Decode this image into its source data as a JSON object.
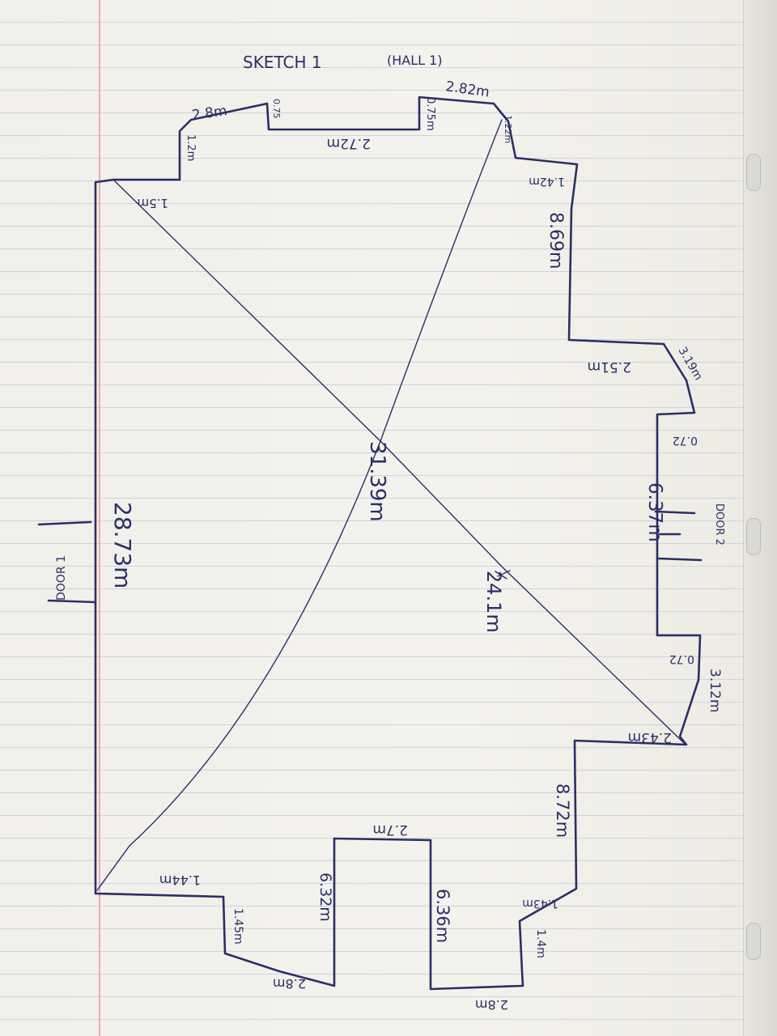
{
  "title": "SKETCH 1",
  "subtitle": "(HALL 1)",
  "doors": {
    "door1": "DOOR 1",
    "door2": "DOOR 2"
  },
  "diagonals": {
    "d1": "31.39m",
    "d2": "24.1m"
  },
  "dimensions": {
    "left_side": "28.73m",
    "top_28": "2.8m",
    "top_075a": "0.75",
    "top_272": "2.72m",
    "top_12": "1.2m",
    "top_15": "1.5m",
    "top_075b": "0.75m",
    "top_282": "2.82m",
    "top_122": "1.22m",
    "right_142": "1.42m",
    "right_869": "8.69m",
    "right_251": "2.51m",
    "right_319": "3.19m",
    "right_072a": "0.72",
    "right_637": "6.37m",
    "right_072b": "0.72",
    "right_312": "3.12m",
    "right_243": "2.43m",
    "right_872": "8.72m",
    "right_143": "1.43m",
    "bottom_14": "1.4m",
    "bottom_28a": "2.8m",
    "bottom_636": "6.36m",
    "bottom_27": "2.7m",
    "bottom_632": "6.32m",
    "bottom_28b": "2.8m",
    "bottom_145": "1.45m",
    "bottom_144": "1.44m"
  }
}
